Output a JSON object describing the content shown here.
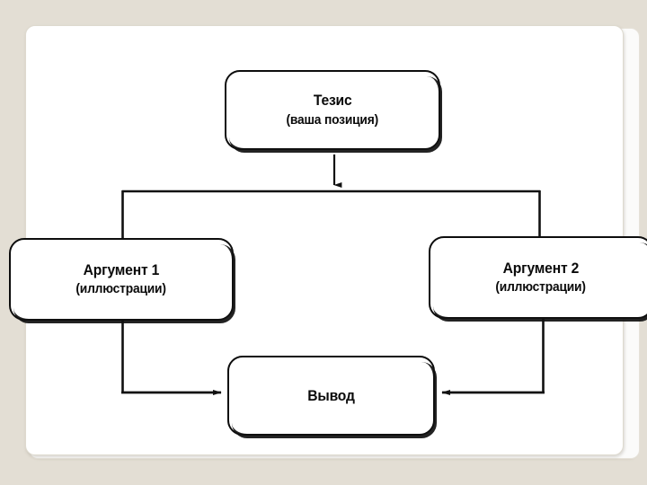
{
  "slide": {
    "background_color": "#e3ded4",
    "surface_color": "#ffffff"
  },
  "diagram": {
    "type": "flowchart",
    "orientation": "top-down",
    "line_color": "#111111",
    "nodes": [
      {
        "id": "thesis",
        "title": "Тезис",
        "subtitle": "(ваша позиция)"
      },
      {
        "id": "argument1",
        "title": "Аргумент 1",
        "subtitle": "(иллюстрации)"
      },
      {
        "id": "argument2",
        "title": "Аргумент 2",
        "subtitle": "(иллюстрации)"
      },
      {
        "id": "conclusion",
        "title": "Вывод",
        "subtitle": ""
      }
    ],
    "edges": [
      {
        "from": "thesis",
        "to": "argument1",
        "arrow": "down"
      },
      {
        "from": "thesis",
        "to": "argument2",
        "arrow": "down"
      },
      {
        "from": "argument1",
        "to": "conclusion",
        "arrow": "right"
      },
      {
        "from": "argument2",
        "to": "conclusion",
        "arrow": "left"
      }
    ]
  }
}
